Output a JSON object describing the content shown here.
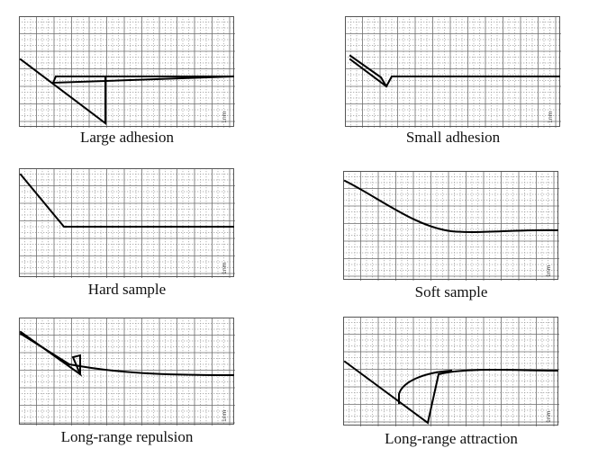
{
  "panels": [
    {
      "caption": "Large adhesion",
      "curve_shape": "large-adhesion"
    },
    {
      "caption": "Small adhesion",
      "curve_shape": "small-adhesion"
    },
    {
      "caption": "Hard sample",
      "curve_shape": "hard-sample"
    },
    {
      "caption": "Soft sample",
      "curve_shape": "soft-sample"
    },
    {
      "caption": "Long-range repulsion",
      "curve_shape": "long-range-repulsion"
    },
    {
      "caption": "Long-range attraction",
      "curve_shape": "long-range-attraction"
    }
  ],
  "corner_mark": "1nm",
  "colors": {
    "curve": "#000000",
    "grid": "#8a8a8a",
    "frame": "#555555"
  }
}
